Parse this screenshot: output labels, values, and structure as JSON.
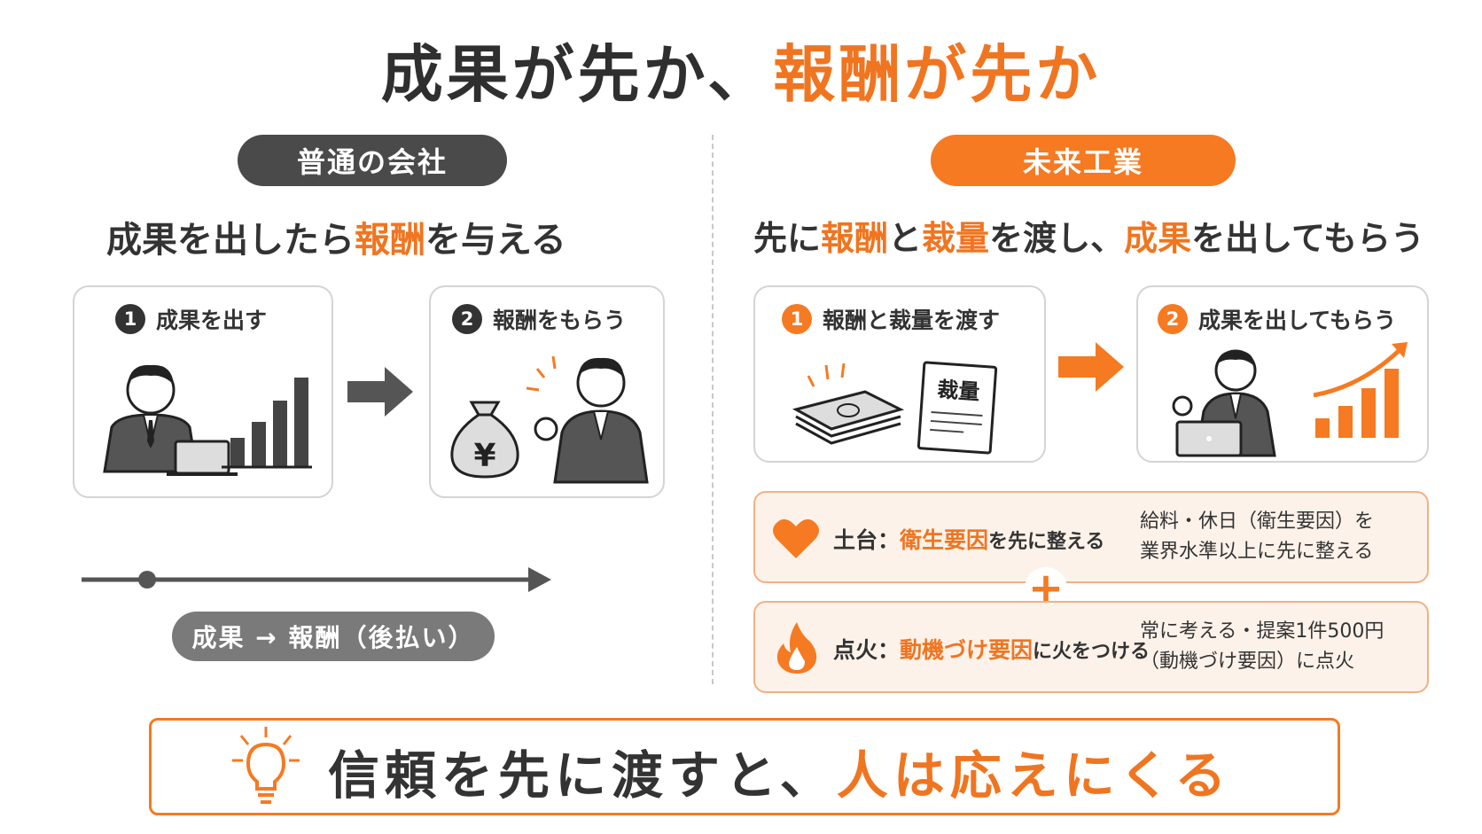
{
  "title": {
    "part1": "成果が先か、",
    "part2": "報酬が先か"
  },
  "left": {
    "badge": "普通の会社",
    "subtitle": {
      "a": "成果を出したら",
      "b": "報酬",
      "c": "を与える"
    },
    "step1": {
      "num": "1",
      "label": "成果を出す"
    },
    "step2": {
      "num": "2",
      "label": "報酬をもらう"
    },
    "flow_label": "成果 → 報酬（後払い）"
  },
  "right": {
    "badge": "未来工業",
    "subtitle": {
      "a": "先に",
      "b": "報酬",
      "c": "と",
      "d": "裁量",
      "e": "を渡し、",
      "f": "成果",
      "g": "を出してもらう"
    },
    "step1": {
      "num": "1",
      "label": "報酬と裁量を渡す",
      "doc_label": "裁量"
    },
    "step2": {
      "num": "2",
      "label": "成果を出してもらう"
    },
    "factor1": {
      "prefix": "土台：",
      "key": "衛生要因",
      "suffix": "を先に整える",
      "desc1": "給料・休日（衛生要因）を",
      "desc2": "業界水準以上に先に整える"
    },
    "factor2": {
      "prefix": "点火：",
      "key": "動機づけ要因",
      "suffix": "に火をつける",
      "desc1": "常に考える・提案1件500円",
      "desc2": "（動機づけ要因）に点火"
    },
    "plus": "+"
  },
  "bottom": {
    "part1": "信頼を先に渡すと、",
    "part2": "人は応えにくる"
  },
  "colors": {
    "accent": "#f57a22",
    "dark": "#4a4a4a",
    "gray": "#777777"
  },
  "icons": [
    "person-laptop-icon",
    "bar-chart-icon",
    "arrow-right-icon",
    "money-bag-icon",
    "person-fist-icon",
    "cash-stack-icon",
    "document-icon",
    "growth-chart-icon",
    "heart-icon",
    "flame-icon",
    "lightbulb-icon"
  ]
}
